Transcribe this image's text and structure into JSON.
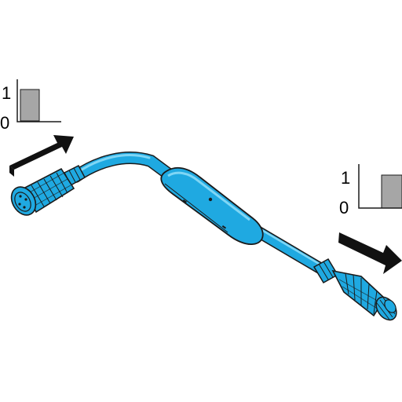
{
  "input_signal": {
    "high_label": "1",
    "low_label": "0",
    "level": "high-to-low"
  },
  "output_signal": {
    "high_label": "1",
    "low_label": "0",
    "level": "low-to-high"
  },
  "colors": {
    "cable": "#1fa9e1",
    "cable_highlight": "#7fd6f5",
    "outline": "#1a1a1a",
    "arrow": "#111111",
    "signal_fill": "#a6a6a6"
  },
  "icons": [
    "m12-female-connector-icon",
    "m12-male-connector-icon",
    "signal-inverter-module-icon",
    "flow-arrow-icon"
  ]
}
